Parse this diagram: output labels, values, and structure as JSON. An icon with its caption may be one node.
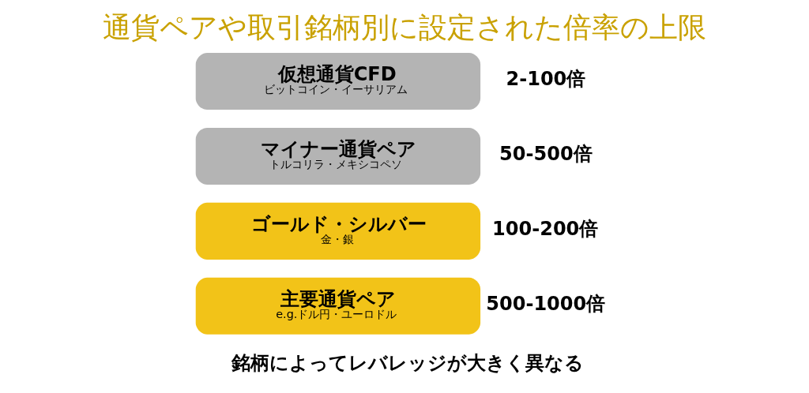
{
  "diagram": {
    "title": "通貨ペアや取引銘柄別に設定された倍率の上限",
    "nodes": [
      {
        "text": [
          "主要通貨ペア",
          "e.g.ドル円・ユーロドル"
        ],
        "beside": [
          "500-1000倍"
        ]
      },
      {
        "text": [
          "ゴールド・シルバー",
          "金・銀"
        ],
        "beside": [
          "100-200倍"
        ]
      },
      {
        "text": [
          "マイナー通貨ペア",
          "トルコリラ・メキシコペソ"
        ],
        "beside": [
          "50-500倍"
        ]
      },
      {
        "text": [
          "仮想通貨CFD",
          "ビットコイン・イーサリアム"
        ],
        "beside": [
          "2-100倍"
        ]
      }
    ],
    "edges": [],
    "labels": [
      "銘柄によってレバレッジが大きく異なる"
    ]
  }
}
